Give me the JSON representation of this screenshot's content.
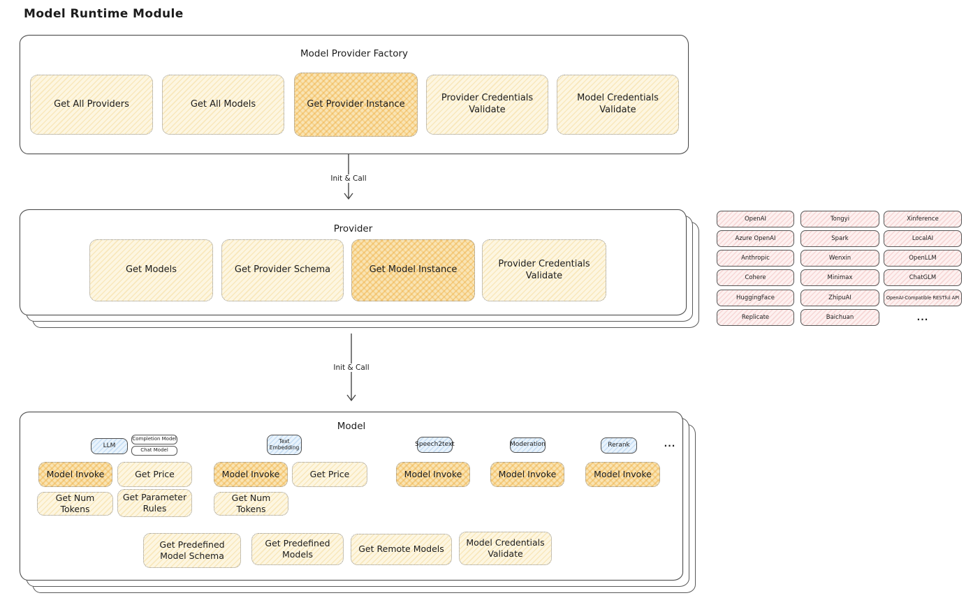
{
  "page_title": "Model Runtime Module",
  "arrow1_label": "Init & Call",
  "arrow2_label": "Init & Call",
  "factory": {
    "title": "Model Provider Factory",
    "buttons": [
      {
        "label": "Get All Providers",
        "highlight": false
      },
      {
        "label": "Get All Models",
        "highlight": false
      },
      {
        "label": "Get Provider Instance",
        "highlight": true
      },
      {
        "label": "Provider Credentials Validate",
        "highlight": false
      },
      {
        "label": "Model Credentials Validate",
        "highlight": false
      }
    ]
  },
  "provider": {
    "title": "Provider",
    "buttons": [
      {
        "label": "Get Models",
        "highlight": false
      },
      {
        "label": "Get Provider Schema",
        "highlight": false
      },
      {
        "label": "Get Model Instance",
        "highlight": true
      },
      {
        "label": "Provider Credentials Validate",
        "highlight": false
      }
    ]
  },
  "providers_grid": {
    "columns": [
      [
        "OpenAI",
        "Azure OpenAI",
        "Anthropic",
        "Cohere",
        "HuggingFace",
        "Replicate"
      ],
      [
        "Tongyi",
        "Spark",
        "Wenxin",
        "Minimax",
        "ZhipuAI",
        "Baichuan"
      ],
      [
        "Xinference",
        "LocalAI",
        "OpenLLM",
        "ChatGLM",
        "OpenAI-Compatible RESTful API",
        "..."
      ]
    ]
  },
  "model": {
    "title": "Model",
    "tabs": [
      {
        "label": "LLM",
        "style": "blue"
      },
      {
        "label": "Completion Model",
        "style": "plain"
      },
      {
        "label": "Chat Model",
        "style": "plain"
      },
      {
        "label": "Text Embedding",
        "style": "twoline"
      },
      {
        "label": "Speech2text",
        "style": "blue"
      },
      {
        "label": "Moderation",
        "style": "blue"
      },
      {
        "label": "Rerank",
        "style": "blue"
      },
      {
        "label": "...",
        "style": "dots"
      }
    ],
    "buttons": [
      {
        "label": "Model Invoke",
        "highlight": true
      },
      {
        "label": "Get Price",
        "highlight": false
      },
      {
        "label": "Get Num Tokens",
        "highlight": false
      },
      {
        "label": "Get Parameter Rules",
        "highlight": false
      },
      {
        "label": "Model Invoke",
        "highlight": true
      },
      {
        "label": "Get Price",
        "highlight": false
      },
      {
        "label": "Get Num Tokens",
        "highlight": false
      },
      {
        "label": "Model Invoke",
        "highlight": true
      },
      {
        "label": "Model Invoke",
        "highlight": true
      },
      {
        "label": "Model Invoke",
        "highlight": true
      }
    ],
    "bottom_buttons": [
      {
        "label": "Get Predefined Model Schema"
      },
      {
        "label": "Get Predefined Models"
      },
      {
        "label": "Get Remote Models"
      },
      {
        "label": "Model Credentials Validate"
      }
    ]
  },
  "colors": {
    "stroke": "#4a4a4a",
    "yellow_fill": "#fdf6e1",
    "orange_highlight": "#f9e4b4",
    "pink_fill": "#fdf1f0",
    "blue_fill": "#e9f3fc",
    "text": "#1b1b1b"
  }
}
